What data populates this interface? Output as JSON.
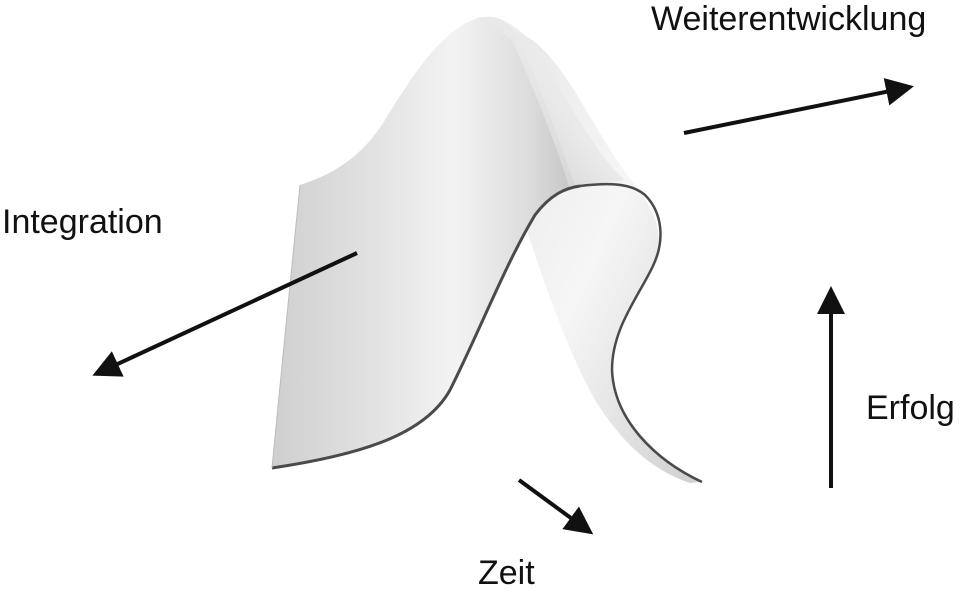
{
  "labels": {
    "weiterentwicklung": "Weiterentwicklung",
    "integration": "Integration",
    "erfolg": "Erfolg",
    "zeit": "Zeit"
  },
  "colors": {
    "arrow": "#111111",
    "surface_light": "#f4f4f4",
    "surface_mid": "#d6d6d6",
    "surface_dark": "#b5b5b5",
    "edge": "#4a4a4a"
  }
}
